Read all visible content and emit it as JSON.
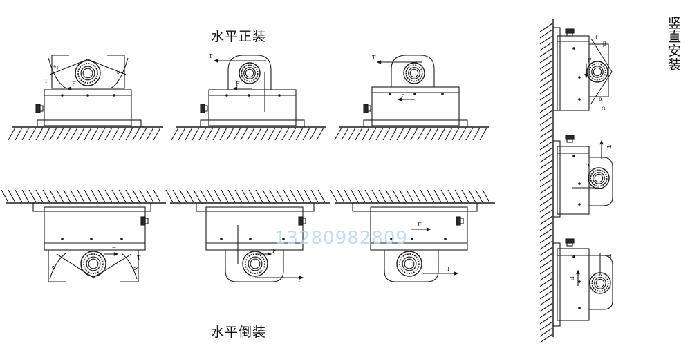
{
  "titles": {
    "horizontal_upright": "水平正装",
    "horizontal_inverted": "水平倒装",
    "vertical": "竖直安装"
  },
  "watermark": "13280982809",
  "force_labels": {
    "tension": "T",
    "force": "F",
    "beta": "β",
    "alpha": "α",
    "g": "G"
  },
  "colors": {
    "line": "#1a1a1a",
    "watermark": "#b9d6f2"
  }
}
